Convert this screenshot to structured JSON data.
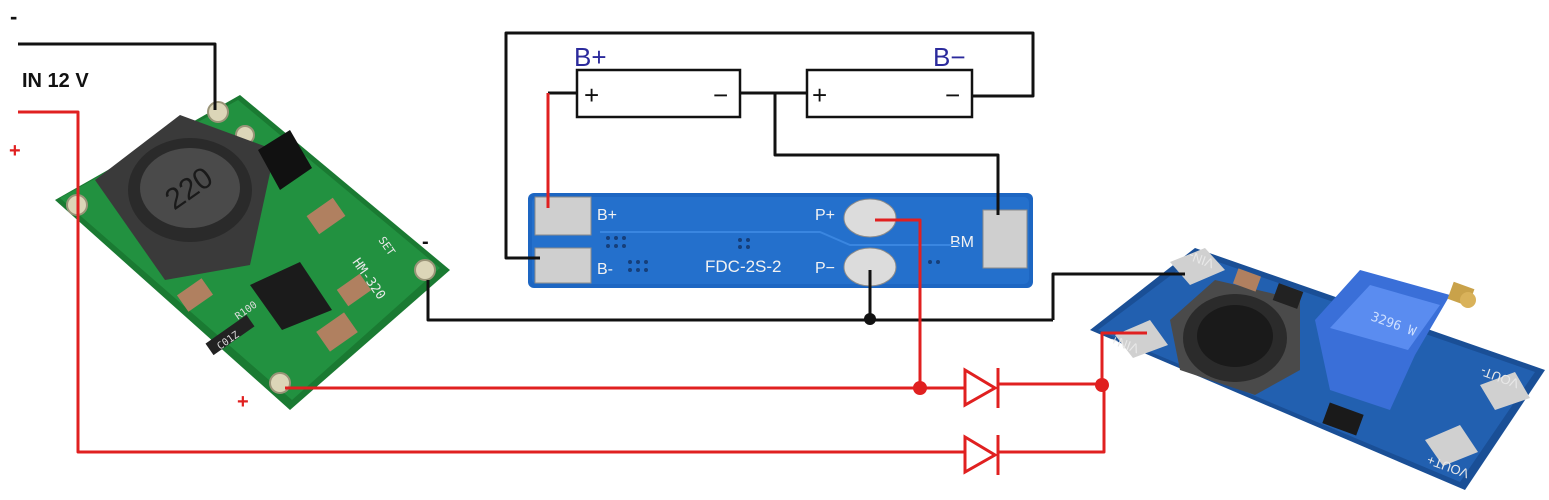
{
  "labels": {
    "input_minus": "-",
    "input_voltage": "IN 12 V",
    "input_plus": "+",
    "buck_out_minus": "-",
    "buck_out_plus": "+",
    "battery_b_plus": "B+",
    "battery_b_minus": "B−",
    "cell1_plus": "+",
    "cell1_minus": "−",
    "cell2_plus": "+",
    "cell2_minus": "−"
  },
  "buck_module": {
    "inductor_marking": "220",
    "board_marking": "HM-320",
    "set_marking": "SET",
    "resistor_marking_1": "R100",
    "resistor_marking_2": "C01Z"
  },
  "bms_module": {
    "name": "FDC-2S-2",
    "pad_b_plus": "B+",
    "pad_b_minus": "B-",
    "pad_p_plus": "P+",
    "pad_p_minus": "P−",
    "pad_bm": "BM"
  },
  "boost_module": {
    "vin_minus": "VIN-",
    "vin_plus": "VIN+",
    "vout_minus": "VOUT-",
    "vout_plus": "VOUT+",
    "trimmer_marking": "3296 W"
  },
  "colors": {
    "positive_wire": "#e02020",
    "negative_wire": "#111111",
    "battery_label": "#2b2a9c",
    "pcb_green": "#1f8a3a",
    "pcb_blue": "#1e5fb0",
    "bms_blue": "#1d66c2"
  }
}
